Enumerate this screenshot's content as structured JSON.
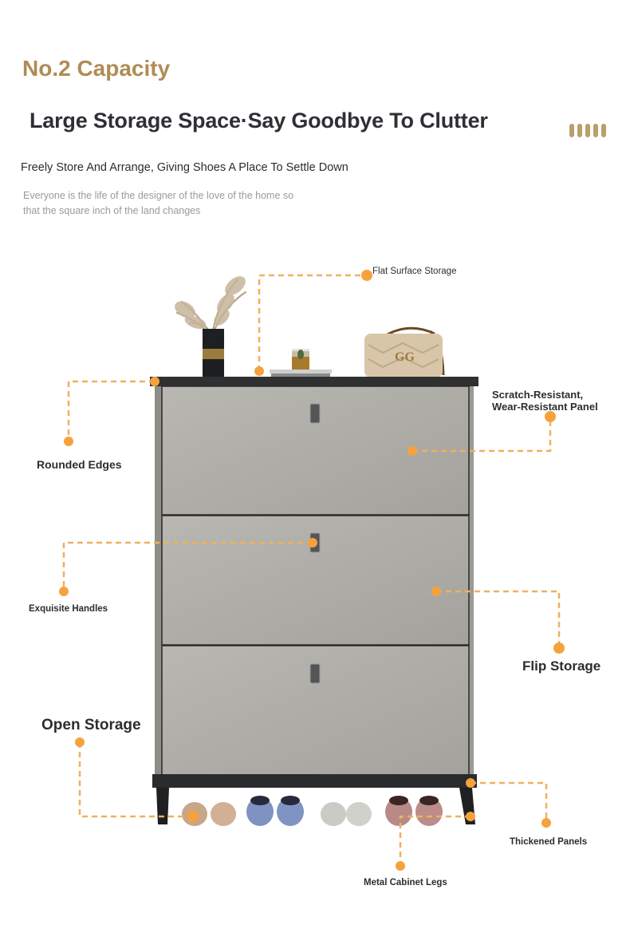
{
  "header": {
    "eyebrow": "No.2 Capacity",
    "headline": "Large Storage Space·Say Goodbye To Clutter",
    "subhead": "Freely Store And Arrange, Giving Shoes A Place To Settle Down",
    "body_line_1": "Everyone is the life of the designer of the love of the home so",
    "body_line_2": "that the square inch of the land changes",
    "decor_bars_count": 5
  },
  "callouts": {
    "flat_surface": "Flat Surface Storage",
    "scratch_1": "Scratch-Resistant,",
    "scratch_2": "Wear-Resistant Panel",
    "rounded_edges": "Rounded Edges",
    "handles": "Exquisite Handles",
    "flip": "Flip Storage",
    "open": "Open Storage",
    "thickened": "Thickened Panels",
    "legs": "Metal Cabinet Legs"
  },
  "product": {
    "name": "3-tier flip-down shoe cabinet",
    "drawers": 3,
    "shoe_pairs": 4,
    "top_items": [
      "pampas grass vase",
      "books with small plant",
      "quilted handbag"
    ]
  },
  "colors": {
    "accent": "#f5a23c",
    "leader_line": "#f0b060",
    "eyebrow": "#b08b55",
    "cabinet_body": "#b0aea8",
    "cabinet_top": "#2f3032"
  }
}
